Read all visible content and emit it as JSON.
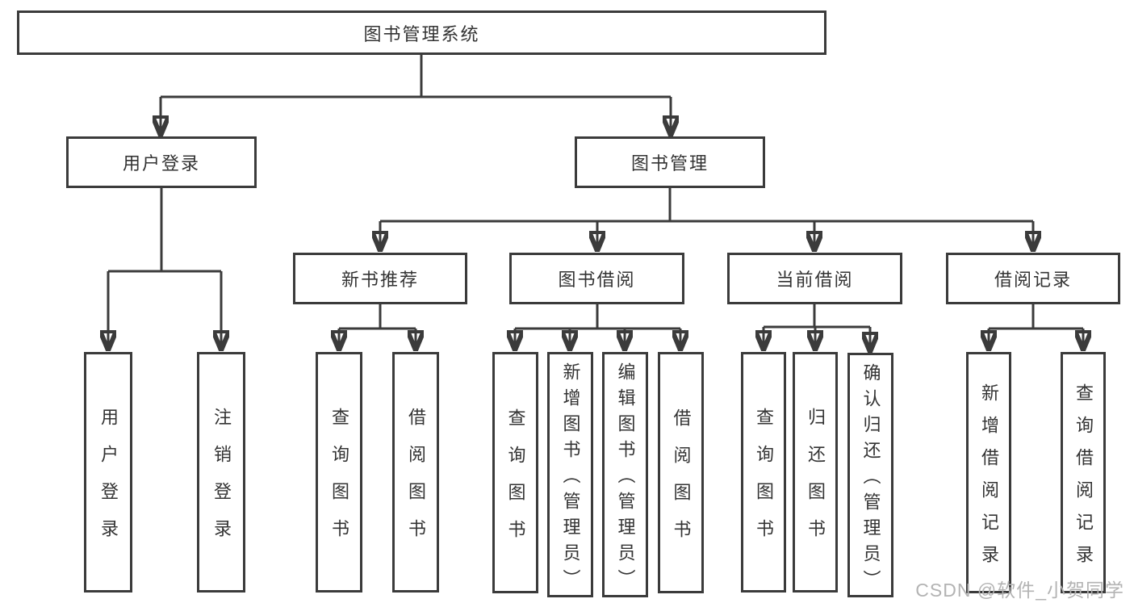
{
  "diagram": {
    "root": "图书管理系统",
    "branches": [
      {
        "label": "用户登录",
        "leaves": [
          "用户登录",
          "注销登录"
        ]
      },
      {
        "label": "图书管理",
        "children": [
          {
            "label": "新书推荐",
            "leaves": [
              "查询图书",
              "借阅图书"
            ]
          },
          {
            "label": "图书借阅",
            "leaves": [
              "查询图书",
              "新增图书（管理员）",
              "编辑图书（管理员）",
              "借阅图书"
            ]
          },
          {
            "label": "当前借阅",
            "leaves": [
              "查询图书",
              "归还图书",
              "确认归还（管理员）"
            ]
          },
          {
            "label": "借阅记录",
            "leaves": [
              "新增借阅记录",
              "查询借阅记录"
            ]
          }
        ]
      }
    ]
  },
  "watermark": "CSDN @软件_小贺同学",
  "colors": {
    "line": "#3b3b3b",
    "text": "#333333",
    "watermark": "#b3b3b3",
    "background": "#ffffff"
  }
}
